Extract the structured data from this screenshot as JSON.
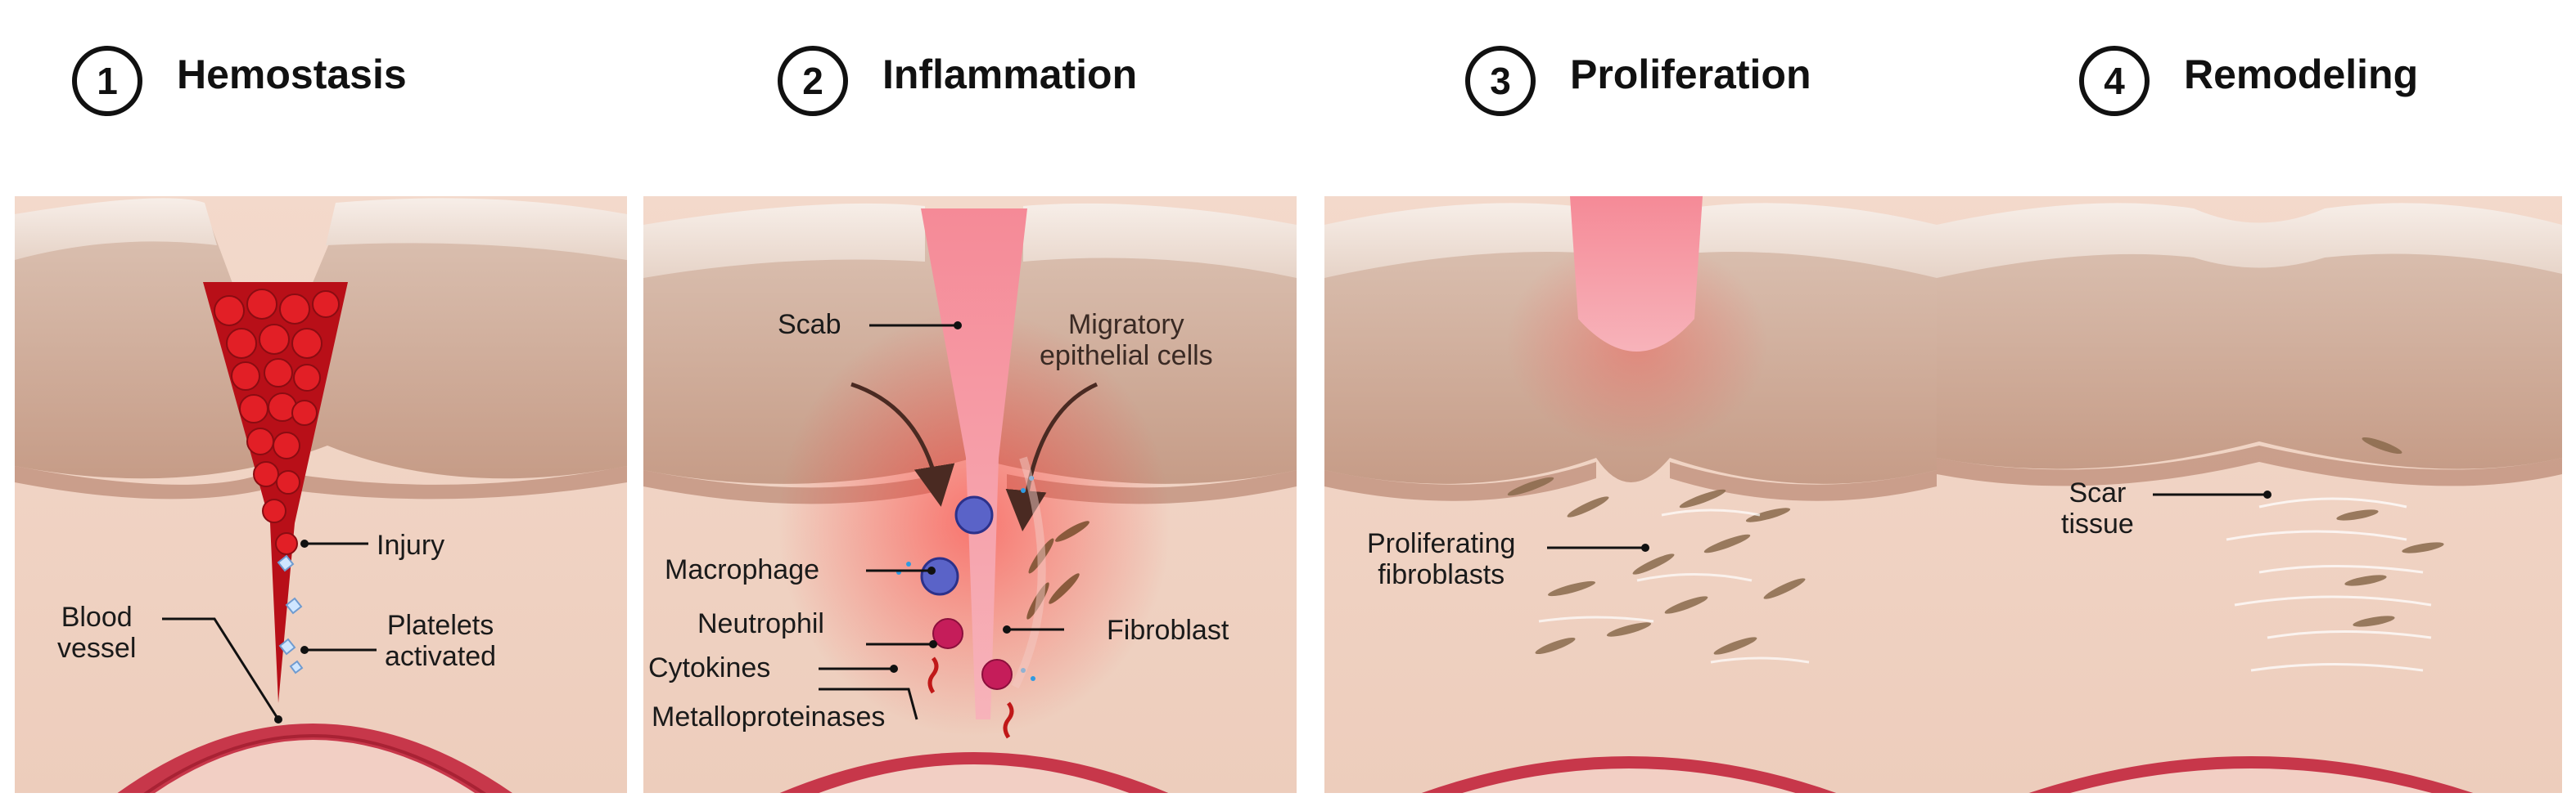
{
  "stages": [
    {
      "number": "1",
      "title": "Hemostasis"
    },
    {
      "number": "2",
      "title": "Inflammation"
    },
    {
      "number": "3",
      "title": "Proliferation"
    },
    {
      "number": "4",
      "title": "Remodeling"
    }
  ],
  "labels": {
    "injury": "Injury",
    "blood_vessel_1": "Blood",
    "blood_vessel_2": "vessel",
    "platelets_1": "Platelets",
    "platelets_2": "activated",
    "scab": "Scab",
    "migratory_1": "Migratory",
    "migratory_2": "epithelial cells",
    "macrophage": "Macrophage",
    "neutrophil": "Neutrophil",
    "cytokines": "Cytokines",
    "metalloproteinases": "Metalloproteinases",
    "fibroblast": "Fibroblast",
    "prolif_1": "Proliferating",
    "prolif_2": "fibroblasts",
    "scar_1": "Scar",
    "scar_2": "tissue"
  },
  "colors": {
    "skin_top": "#eadbd0",
    "epidermis": "#c9a592",
    "dermis": "#f1d6c8",
    "blood": "#d11a1a",
    "scab": "#f06a7c",
    "vessel": "#c7374a",
    "inflammation": "#ff3b3b"
  }
}
